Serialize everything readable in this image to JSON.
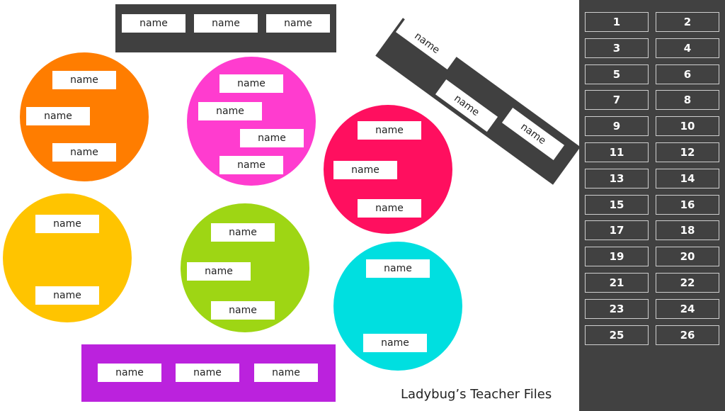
{
  "colors": {
    "orange": "#ff7d00",
    "magenta": "#ff3ccf",
    "red": "#ff0f5f",
    "yellow": "#ffc400",
    "green": "#9ed614",
    "cyan": "#00dfe0",
    "purple": "#bb22dd",
    "dark": "#404040"
  },
  "placeholder": "name",
  "top_bar": [
    "name",
    "name",
    "name"
  ],
  "orange_table": [
    "name",
    "name",
    "name"
  ],
  "pink_table": [
    "name",
    "name",
    "name",
    "name"
  ],
  "red_table": [
    "name",
    "name",
    "name"
  ],
  "yellow_table": [
    "name",
    "name"
  ],
  "green_table": [
    "name",
    "name",
    "name"
  ],
  "cyan_table": [
    "name",
    "name"
  ],
  "purple_bar": [
    "name",
    "name",
    "name"
  ],
  "diagonal_bar": [
    "name",
    "name",
    "name"
  ],
  "numbers": [
    "1",
    "2",
    "3",
    "4",
    "5",
    "6",
    "7",
    "8",
    "9",
    "10",
    "11",
    "12",
    "13",
    "14",
    "15",
    "16",
    "17",
    "18",
    "19",
    "20",
    "21",
    "22",
    "23",
    "24",
    "25",
    "26"
  ],
  "brand": "Ladybug’s Teacher Files"
}
